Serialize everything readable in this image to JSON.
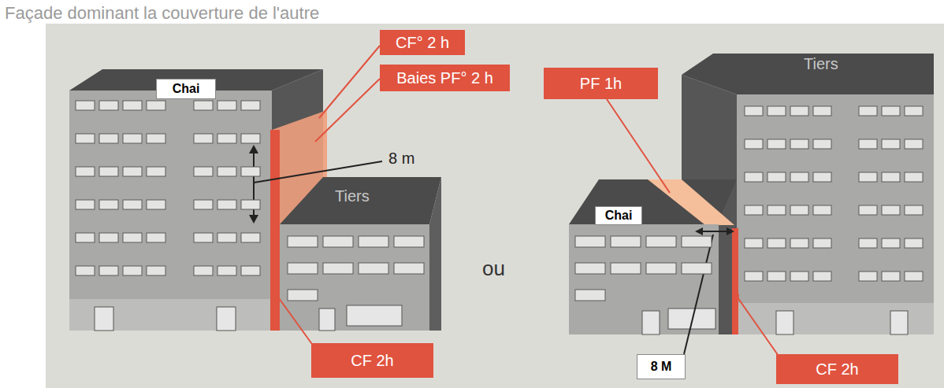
{
  "diagram": {
    "title": "Façade dominant la couverture de l'autre",
    "nodes": [
      {
        "text": [
          "Chai"
        ]
      },
      {
        "text": [
          "CF° 2 h"
        ]
      },
      {
        "text": [
          "Baies PF° 2 h"
        ]
      },
      {
        "text": [
          "PF 1h"
        ]
      },
      {
        "text": [
          "Chai"
        ]
      },
      {
        "text": [
          "CF 2h"
        ]
      },
      {
        "text": [
          "8 M"
        ]
      },
      {
        "text": [
          "CF 2h"
        ]
      }
    ],
    "labels": [
      "8 m",
      "Tiers",
      "ou",
      "Tiers"
    ]
  }
}
